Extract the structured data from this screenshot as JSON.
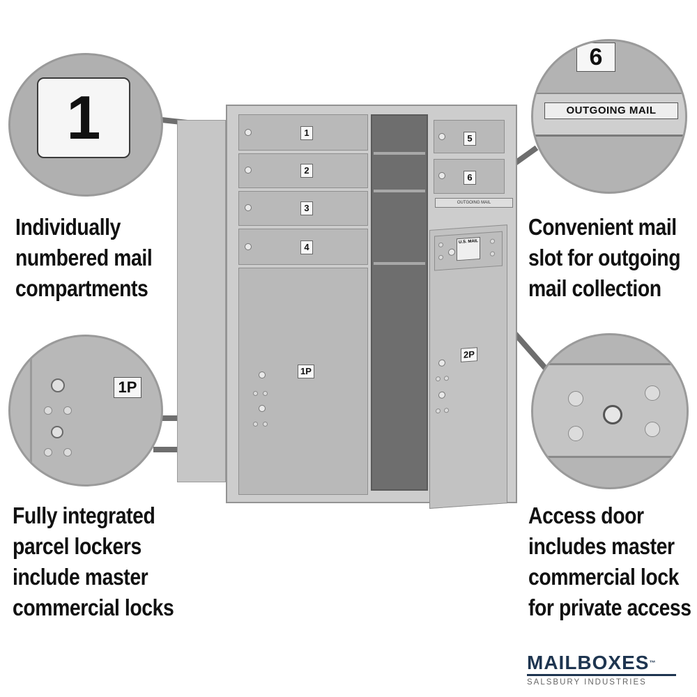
{
  "features": {
    "compartments": {
      "lines": [
        "Individually",
        "numbered mail",
        "compartments"
      ]
    },
    "outgoing": {
      "lines": [
        "Convenient mail",
        "slot for outgoing",
        "mail collection"
      ]
    },
    "parcel": {
      "lines": [
        "Fully integrated",
        "parcel lockers",
        "include master",
        "commercial locks"
      ]
    },
    "access": {
      "lines": [
        "Access door",
        "includes master",
        "commercial lock",
        "for private access"
      ]
    }
  },
  "zoom_details": {
    "compartment_number": "1",
    "outgoing_number": "6",
    "outgoing_label": "OUTGOING MAIL",
    "parcel_label": "1P"
  },
  "mailbox": {
    "left_doors": [
      "1",
      "2",
      "3",
      "4"
    ],
    "right_doors": [
      "5",
      "6"
    ],
    "parcel_left": "1P",
    "parcel_right": "2P",
    "slot_label": "OUTGOING MAIL",
    "usmail_label": "U.S. MAIL"
  },
  "brand": {
    "name": "MAILBOXES",
    "trademark": "™",
    "subtitle": "SALSBURY INDUSTRIES"
  },
  "colors": {
    "arrow": "#6e6e6e",
    "text": "#111111",
    "brand": "#1e3550",
    "metal": "#b8b8b8"
  }
}
